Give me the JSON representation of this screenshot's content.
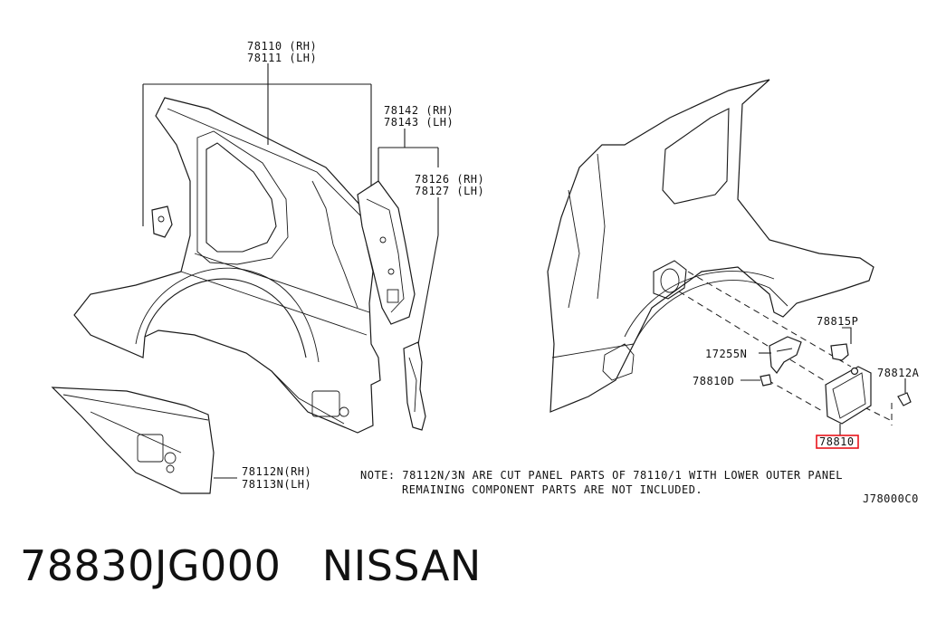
{
  "labels": {
    "p78110": "78110 (RH)",
    "p78111": "78111 (LH)",
    "p78142": "78142 (RH)",
    "p78143": "78143 (LH)",
    "p78126": "78126 (RH)",
    "p78127": "78127 (LH)",
    "p78112n": "78112N(RH)",
    "p78113n": "78113N(LH)",
    "p78815p": "78815P",
    "p17255n": "17255N",
    "p78810d": "78810D",
    "p78812a": "78812A",
    "p78810": "78810"
  },
  "note": {
    "line1": "NOTE: 78112N/3N ARE CUT PANEL PARTS OF 78110/1 WITH LOWER OUTER PANEL",
    "line2": "REMAINING COMPONENT PARTS ARE NOT INCLUDED."
  },
  "diagram_code": "J78000C0",
  "footer": {
    "part_number": "78830JG000",
    "brand": "NISSAN"
  },
  "colors": {
    "highlight": "#e8141b",
    "ink": "#1a1a1a"
  }
}
